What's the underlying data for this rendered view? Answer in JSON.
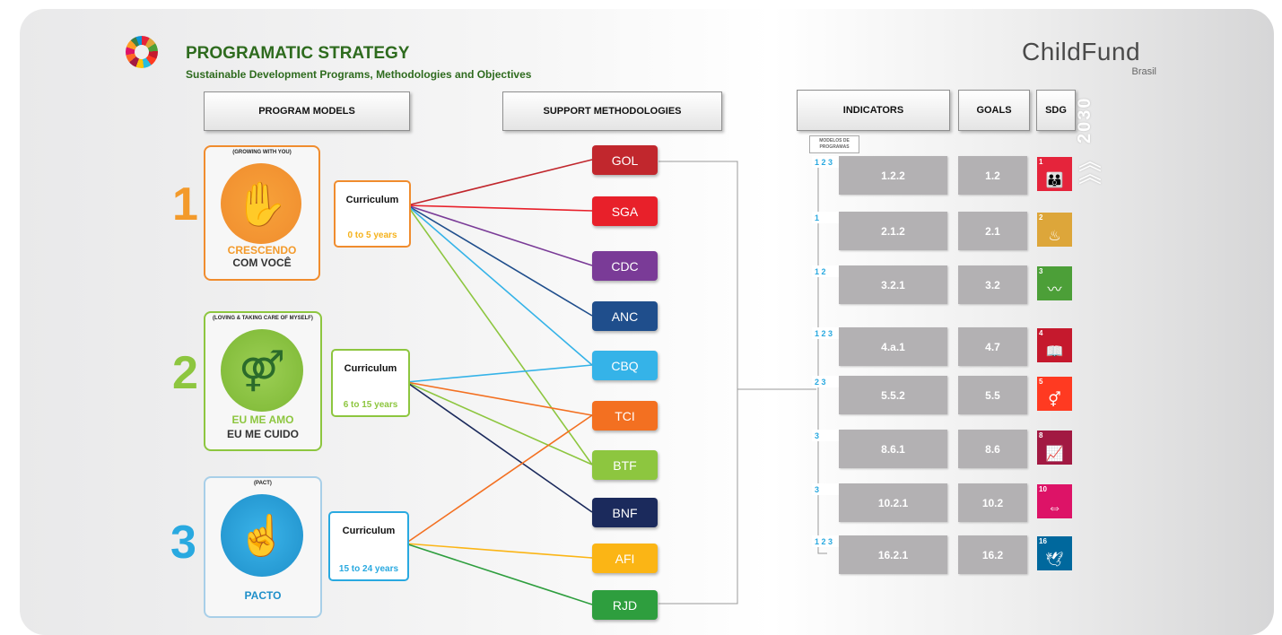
{
  "header": {
    "title": "PROGRAMATIC STRATEGY",
    "subtitle": "Sustainable Development Programs, Methodologies and Objectives",
    "brand": "ChildFund",
    "brand_sub": "Brasil",
    "year_vertical": "2030"
  },
  "columns": {
    "program_models": "PROGRAM MODELS",
    "support_methodologies": "SUPPORT METHODOLOGIES",
    "indicators": "INDICATORS",
    "goals": "GOALS",
    "sdg": "SDG",
    "models_caption": "MODELOS DE PROGRAMAS"
  },
  "programs": [
    {
      "number": "1",
      "tag": "(GROWING WITH YOU)",
      "name_line1": "CRESCENDO",
      "name_line2": "COM VOCÊ",
      "curriculum": "Curriculum",
      "age": "0 to 5 years",
      "color": "#f08c2e",
      "age_color": "#f5b21c"
    },
    {
      "number": "2",
      "tag": "(LOVING & TAKING CARE OF MYSELF)",
      "name_line1": "EU ME AMO",
      "name_line2": "EU ME CUIDO",
      "curriculum": "Curriculum",
      "age": "6 to 15 years",
      "color": "#8dc63f",
      "age_color": "#8dc63f"
    },
    {
      "number": "3",
      "tag": "(PACT)",
      "name_line1": "PACTO",
      "name_line2": "",
      "curriculum": "Curriculum",
      "age": "15 to 24 years",
      "color": "#29a9e0",
      "age_color": "#29a9e0"
    }
  ],
  "methodologies": [
    {
      "code": "GOL",
      "color": "#c1272d"
    },
    {
      "code": "SGA",
      "color": "#e8202a"
    },
    {
      "code": "CDC",
      "color": "#7a3b97"
    },
    {
      "code": "ANC",
      "color": "#1f4e8c"
    },
    {
      "code": "CBQ",
      "color": "#35b3e8"
    },
    {
      "code": "TCI",
      "color": "#f37021"
    },
    {
      "code": "BTF",
      "color": "#8dc63f"
    },
    {
      "code": "BNF",
      "color": "#1b2a5c"
    },
    {
      "code": "AFI",
      "color": "#fbb515"
    },
    {
      "code": "RJD",
      "color": "#2e9e3e"
    }
  ],
  "indicators": [
    {
      "programs": "1 2 3",
      "indicator": "1.2.2",
      "goal": "1.2",
      "sdg": "1",
      "sdg_color": "#e5243b",
      "sdg_icon": "people-icon"
    },
    {
      "programs": "1",
      "indicator": "2.1.2",
      "goal": "2.1",
      "sdg": "2",
      "sdg_color": "#dda63a",
      "sdg_icon": "bowl-icon"
    },
    {
      "programs": "1 2",
      "indicator": "3.2.1",
      "goal": "3.2",
      "sdg": "3",
      "sdg_color": "#4c9f38",
      "sdg_icon": "heartbeat-icon"
    },
    {
      "programs": "1 2 3",
      "indicator": "4.a.1",
      "goal": "4.7",
      "sdg": "4",
      "sdg_color": "#c5192d",
      "sdg_icon": "book-icon"
    },
    {
      "programs": "2 3",
      "indicator": "5.5.2",
      "goal": "5.5",
      "sdg": "5",
      "sdg_color": "#ff3a21",
      "sdg_icon": "gender-icon"
    },
    {
      "programs": "3",
      "indicator": "8.6.1",
      "goal": "8.6",
      "sdg": "8",
      "sdg_color": "#a21942",
      "sdg_icon": "growth-chart-icon"
    },
    {
      "programs": "3",
      "indicator": "10.2.1",
      "goal": "10.2",
      "sdg": "10",
      "sdg_color": "#dd1367",
      "sdg_icon": "equality-icon"
    },
    {
      "programs": "1 2 3",
      "indicator": "16.2.1",
      "goal": "16.2",
      "sdg": "16",
      "sdg_color": "#00689d",
      "sdg_icon": "dove-icon"
    }
  ]
}
